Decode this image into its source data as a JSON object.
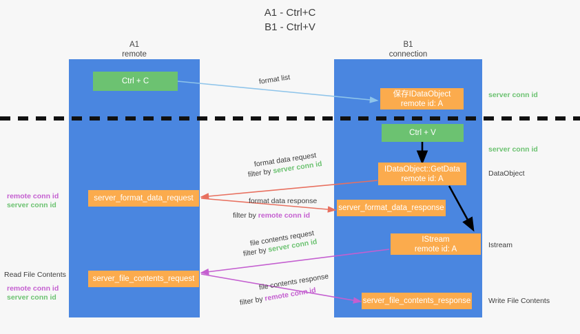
{
  "title": {
    "line1": "A1 - Ctrl+C",
    "line2": "B1 - Ctrl+V"
  },
  "columns": [
    {
      "name": "A1",
      "sub": "remote"
    },
    {
      "name": "B1",
      "sub": "connection"
    }
  ],
  "nodes": {
    "ctrl_c": {
      "line1": "Ctrl + C"
    },
    "save_idataobject": {
      "line1": "保存IDataObject",
      "line2": "remote id: A"
    },
    "ctrl_v": {
      "line1": "Ctrl + V"
    },
    "getdata": {
      "line1": "IDataObject::GetData",
      "line2": "remote id: A"
    },
    "server_format_data_request": {
      "line1": "server_format_data_request"
    },
    "server_format_data_response": {
      "line1": "server_format_data_response"
    },
    "istream": {
      "line1": "IStream",
      "line2": "remote id: A"
    },
    "server_file_contents_request": {
      "line1": "server_file_contents_request"
    },
    "server_file_contents_response": {
      "line1": "server_file_contents_response"
    }
  },
  "edge_labels": {
    "format_list": "format list",
    "format_data_request": "format data request",
    "format_data_request_filter_prefix": "filter by ",
    "format_data_request_filter_value": "server conn id",
    "format_data_response": "format data response",
    "format_data_response_filter_prefix": "filter by ",
    "format_data_response_filter_value": "remote conn id",
    "file_contents_request": "file contents request",
    "file_contents_request_filter_prefix": "filter by ",
    "file_contents_request_filter_value": "server conn id",
    "file_contents_response": "file contents response",
    "file_contents_response_filter_prefix": "filter by ",
    "file_contents_response_filter_value": "remote conn id"
  },
  "right_labels": {
    "server_conn_id_top": "server conn id",
    "server_conn_id_mid": "server conn id",
    "dataobject": "DataObject",
    "istream": "Istream",
    "write_file_contents": "Write File Contents"
  },
  "left_labels": {
    "remote_conn_id_mid": "remote conn id",
    "server_conn_id_mid": "server conn id",
    "read_file_contents": "Read File Contents",
    "remote_conn_id_bottom": "remote conn id",
    "server_conn_id_bottom": "server conn id"
  },
  "colors": {
    "lane": "#4a86e0",
    "green": "#6cc271",
    "orange": "#fbab4d",
    "arrow_blue": "#8ec4ea",
    "arrow_red": "#e8705f",
    "arrow_magenta": "#c45fd0",
    "arrow_black": "#000000",
    "divider": "#111111",
    "background": "#f7f7f7"
  }
}
